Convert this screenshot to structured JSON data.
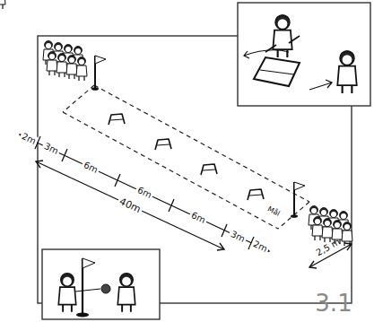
{
  "diagram": {
    "labels": [
      "2m",
      "3m",
      "6m",
      "6m",
      "6m",
      "3m",
      "2m",
      "40m",
      "Mål",
      "2,5 m",
      "3.1"
    ]
  }
}
